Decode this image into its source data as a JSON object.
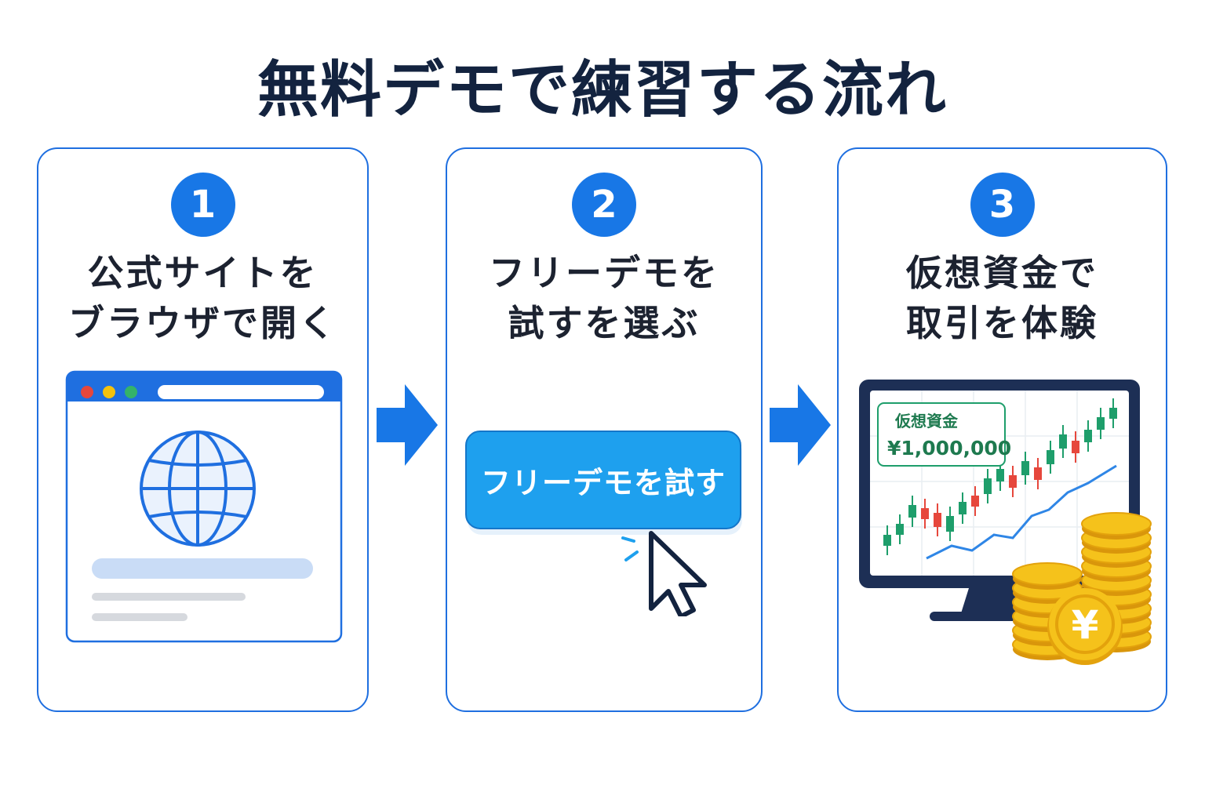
{
  "title": "無料デモで練習する流れ",
  "steps": [
    {
      "number": "1",
      "line1": "公式サイトを",
      "line2": "ブラウザで開く"
    },
    {
      "number": "2",
      "line1": "フリーデモを",
      "line2": "試すを選ぶ"
    },
    {
      "number": "3",
      "line1": "仮想資金で",
      "line2": "取引を体験"
    }
  ],
  "demo_button_label": "フリーデモを試す",
  "virtual_funds": {
    "label": "仮想資金",
    "amount": "¥1,000,000"
  },
  "coin_symbol": "¥",
  "icons": [
    "globe-icon",
    "cursor-icon",
    "monitor-icon",
    "coin-stack-icon",
    "arrow-right-icon"
  ],
  "colors": {
    "accent": "#1877e6",
    "border": "#1f6fe0",
    "title": "#13233f",
    "button": "#1ea0ee",
    "candle_up": "#1e9e6b",
    "candle_down": "#e6473c",
    "coin": "#f5c21b"
  }
}
